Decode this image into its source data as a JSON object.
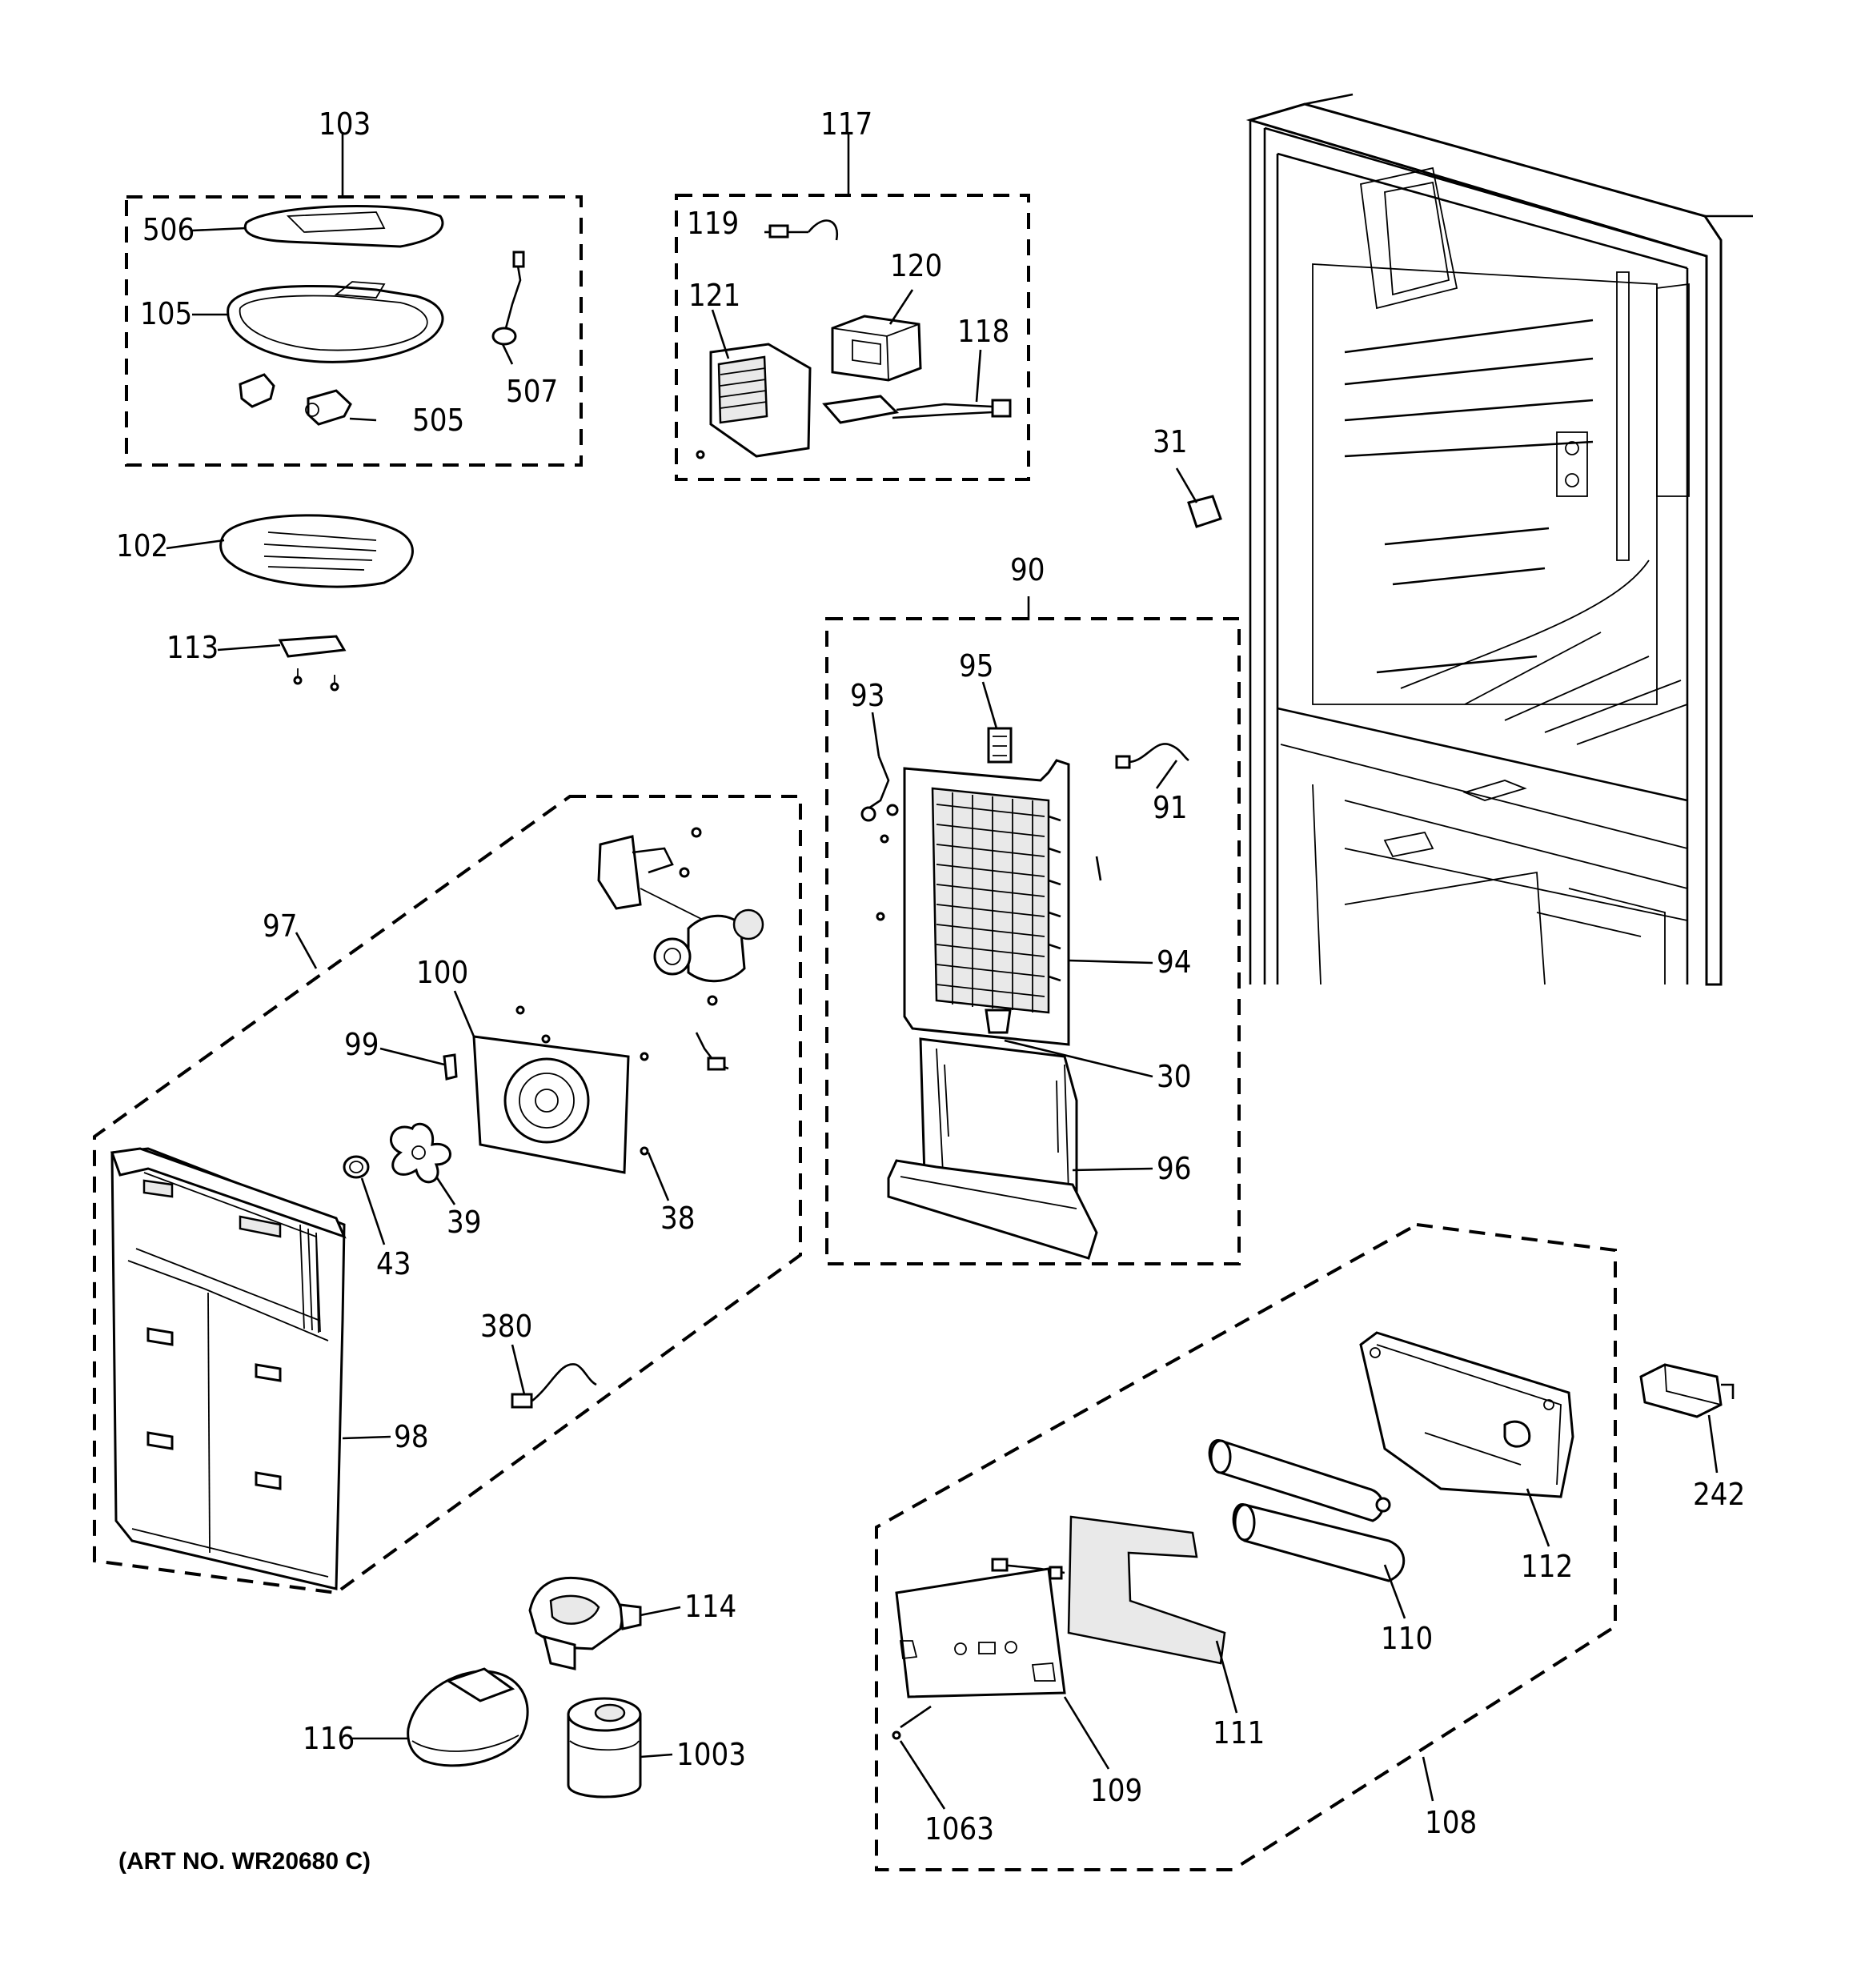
{
  "art_number": "(ART NO. WR20680 C)",
  "callouts": {
    "c103": "103",
    "c506": "506",
    "c105": "105",
    "c507": "507",
    "c505": "505",
    "c117": "117",
    "c119": "119",
    "c120": "120",
    "c121": "121",
    "c118": "118",
    "c102": "102",
    "c113": "113",
    "c31": "31",
    "c90": "90",
    "c93": "93",
    "c95": "95",
    "c91": "91",
    "c94": "94",
    "c30": "30",
    "c96": "96",
    "c97": "97",
    "c100": "100",
    "c99": "99",
    "c39": "39",
    "c43": "43",
    "c38": "38",
    "c380": "380",
    "c98": "98",
    "c114": "114",
    "c116": "116",
    "c1003": "1003",
    "c108": "108",
    "c112": "112",
    "c110": "110",
    "c111": "111",
    "c109": "109",
    "c1063": "1063",
    "c242": "242"
  }
}
